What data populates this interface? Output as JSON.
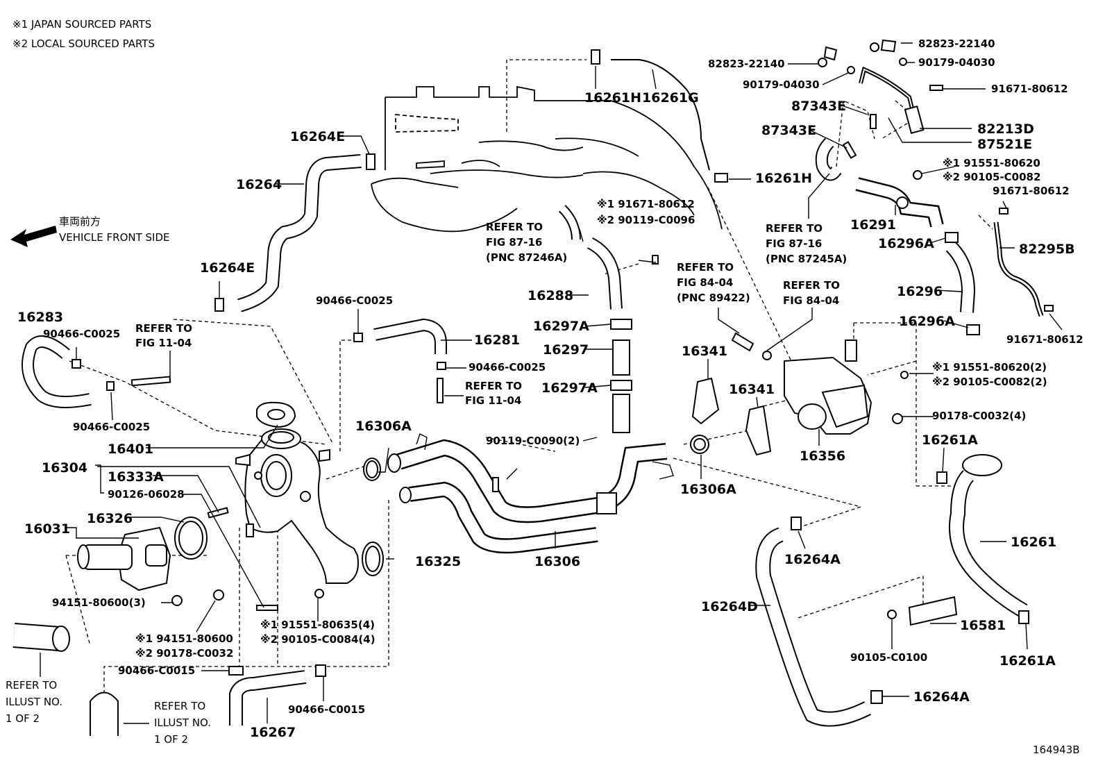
{
  "notes": {
    "japan": "※1 JAPAN SOURCED PARTS",
    "local": "※2 LOCAL SOURCED PARTS"
  },
  "direction": {
    "jp": "車両前方",
    "en": "VEHICLE FRONT SIDE"
  },
  "diagram_id": "164943B",
  "labels": {
    "p16261H_top": "16261H",
    "p16261G": "16261G",
    "p16264E_top": "16264E",
    "p16264": "16264",
    "p16264E_mid": "16264E",
    "p16283": "16283",
    "p90466_C0025_a": "90466-C0025",
    "p90466_C0025_b": "90466-C0025",
    "p90466_C0025_c": "90466-C0025",
    "p90466_C0025_d": "90466-C0025",
    "ref_11_04_a1": "REFER TO",
    "ref_11_04_a2": "FIG 11-04",
    "p16281": "16281",
    "ref_11_04_b1": "REFER TO",
    "ref_11_04_b2": "FIG 11-04",
    "p16401": "16401",
    "p16304": "16304",
    "p16333A": "16333A",
    "p90126_06028": "90126-06028",
    "p16031": "16031",
    "p16326": "16326",
    "p94151_80600_3": "94151-80600(3)",
    "p94151_80600_j": "※1 94151-80600",
    "p90178_C0032_l": "※2 90178-C0032",
    "p90466_C0015_a": "90466-C0015",
    "p90466_C0015_b": "90466-C0015",
    "p16267": "16267",
    "ref_illust_a1": "REFER TO",
    "ref_illust_a2": "ILLUST NO.",
    "ref_illust_a3": "1 OF 2",
    "ref_illust_b1": "REFER TO",
    "ref_illust_b2": "ILLUST NO.",
    "ref_illust_b3": "1 OF 2",
    "p91551_80635": "※1 91551-80635(4)",
    "p90105_C0084": "※2 90105-C0084(4)",
    "p16306A_a": "16306A",
    "p16325": "16325",
    "p16306": "16306",
    "p90119_C0090": "90119-C0090(2)",
    "p16306A_b": "16306A",
    "ref_87_16_a1": "REFER TO",
    "ref_87_16_a2": "FIG 87-16",
    "ref_87_16_a3": "(PNC 87246A)",
    "p91671_80612_j": "※1 91671-80612",
    "p90119_C0096": "※2 90119-C0096",
    "p16288": "16288",
    "p16297A_a": "16297A",
    "p16297": "16297",
    "p16297A_b": "16297A",
    "p16261H_mid": "16261H",
    "ref_84_04_a1": "REFER TO",
    "ref_84_04_a2": "FIG 84-04",
    "ref_84_04_a3": "(PNC 89422)",
    "ref_84_04_b1": "REFER TO",
    "ref_84_04_b2": "FIG 84-04",
    "p16341_a": "16341",
    "p16341_b": "16341",
    "p16356": "16356",
    "ref_87_16_b1": "REFER TO",
    "ref_87_16_b2": "FIG 87-16",
    "ref_87_16_b3": "(PNC 87245A)",
    "p82823_a": "82823-22140",
    "p82823_b": "82823-22140",
    "p90179_a": "90179-04030",
    "p90179_b": "90179-04030",
    "p91671_80612_a": "91671-80612",
    "p87343E_a": "87343E",
    "p87343E_b": "87343E",
    "p82213D": "82213D",
    "p87521E": "87521E",
    "p91551_80620_j": "※1 91551-80620",
    "p90105_C0082_l": "※2 90105-C0082",
    "p91671_80612_b": "91671-80612",
    "p16291": "16291",
    "p16296A_a": "16296A",
    "p82295B": "82295B",
    "p16296": "16296",
    "p16296A_b": "16296A",
    "p91671_80612_c": "91671-80612",
    "p91551_80620_2": "※1 91551-80620(2)",
    "p90105_C0082_2": "※2 90105-C0082(2)",
    "p90178_C0032_4": "90178-C0032(4)",
    "p16261A_a": "16261A",
    "p16261": "16261",
    "p16264A_a": "16264A",
    "p16264D": "16264D",
    "p16581": "16581",
    "p90105_C0100": "90105-C0100",
    "p16261A_b": "16261A",
    "p16264A_b": "16264A"
  }
}
